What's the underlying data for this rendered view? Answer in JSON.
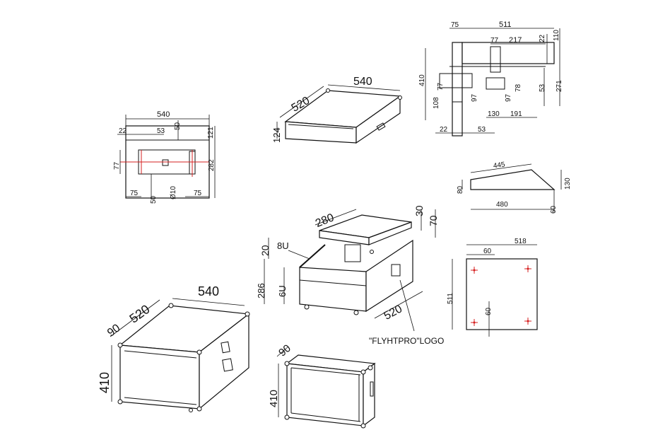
{
  "front_view": {
    "width": "540",
    "left_gap": "22",
    "offset": "53",
    "slot": "50",
    "top_h": "121",
    "body_h": "282",
    "side": "77",
    "left_edge": "75",
    "bottom_slot": "50",
    "hole": "Ø10",
    "right_edge": "75"
  },
  "lid_view": {
    "depth": "520",
    "width": "540",
    "height": "124"
  },
  "top_view": {
    "edge": "75",
    "width": "511",
    "inner": "77",
    "gap": "217",
    "d22": "22",
    "d110": "110",
    "d410": "410",
    "d77": "77",
    "d108": "108",
    "d97a": "97",
    "d97b": "97",
    "d78": "78",
    "d53r": "53",
    "d271": "271",
    "d130": "130",
    "d191": "191",
    "d22b": "22",
    "d53b": "53"
  },
  "side_profile": {
    "top": "445",
    "h80": "80",
    "h130": "130",
    "bottom": "480",
    "h60": "60"
  },
  "open_case": {
    "lid_depth": "280",
    "d30": "30",
    "d70": "70",
    "d20": "20",
    "rack_label": "8U",
    "d286": "286",
    "lower_rack": "6U",
    "depth": "520",
    "logo": "\"FLYHTPRO\"LOGO"
  },
  "plate": {
    "width": "518",
    "offset": "60",
    "height": "511",
    "offset_v": "60"
  },
  "case_iso": {
    "width": "540",
    "depth": "520",
    "lid": "90",
    "height": "410"
  },
  "case_front": {
    "lid": "90",
    "height": "410"
  }
}
